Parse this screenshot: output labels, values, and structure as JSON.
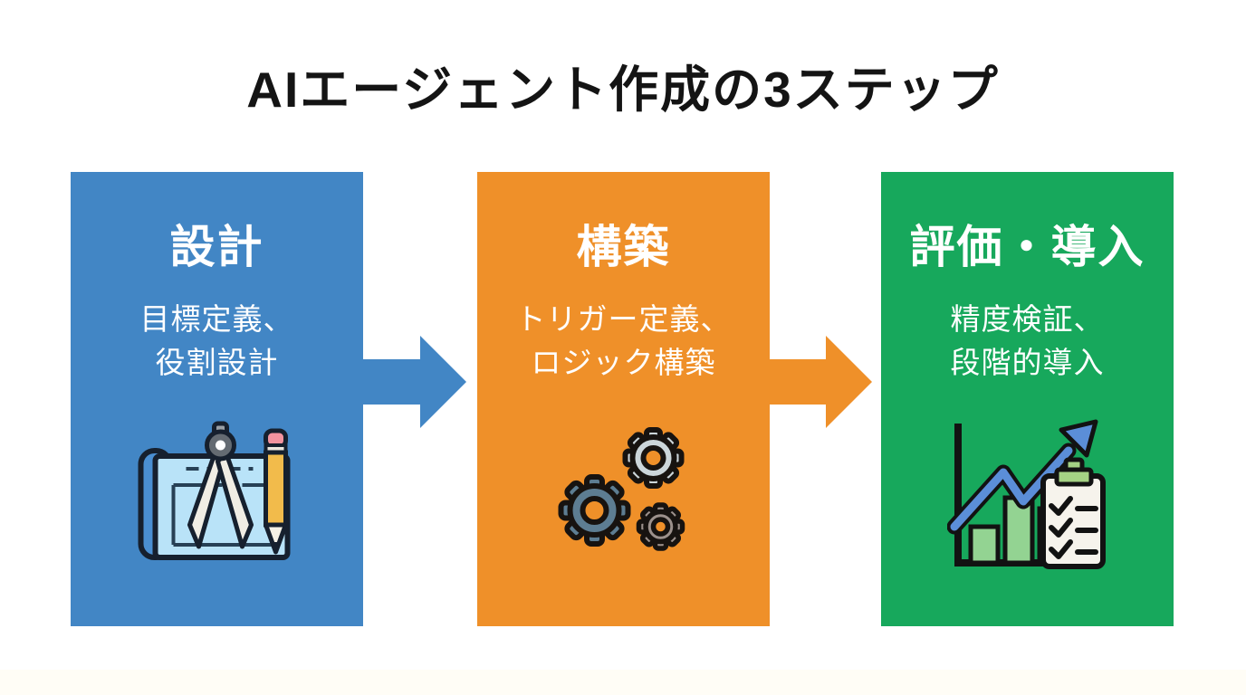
{
  "title": "AIエージェント作成の3ステップ",
  "steps": [
    {
      "heading": "設計",
      "desc_line1": "目標定義、",
      "desc_line2": "役割設計",
      "color": "#4286c5",
      "icon": "blueprint-compass-pencil-icon"
    },
    {
      "heading": "構築",
      "desc_line1": "トリガー定義、",
      "desc_line2": "ロジック構築",
      "color": "#ef9029",
      "icon": "gears-icon"
    },
    {
      "heading": "評価・導入",
      "desc_line1": "精度検証、",
      "desc_line2": "段階的導入",
      "color": "#17a85c",
      "icon": "chart-growth-checklist-icon"
    }
  ],
  "arrows": [
    {
      "direction": "right",
      "color": "#4286c5"
    },
    {
      "direction": "right",
      "color": "#ef9029"
    }
  ]
}
